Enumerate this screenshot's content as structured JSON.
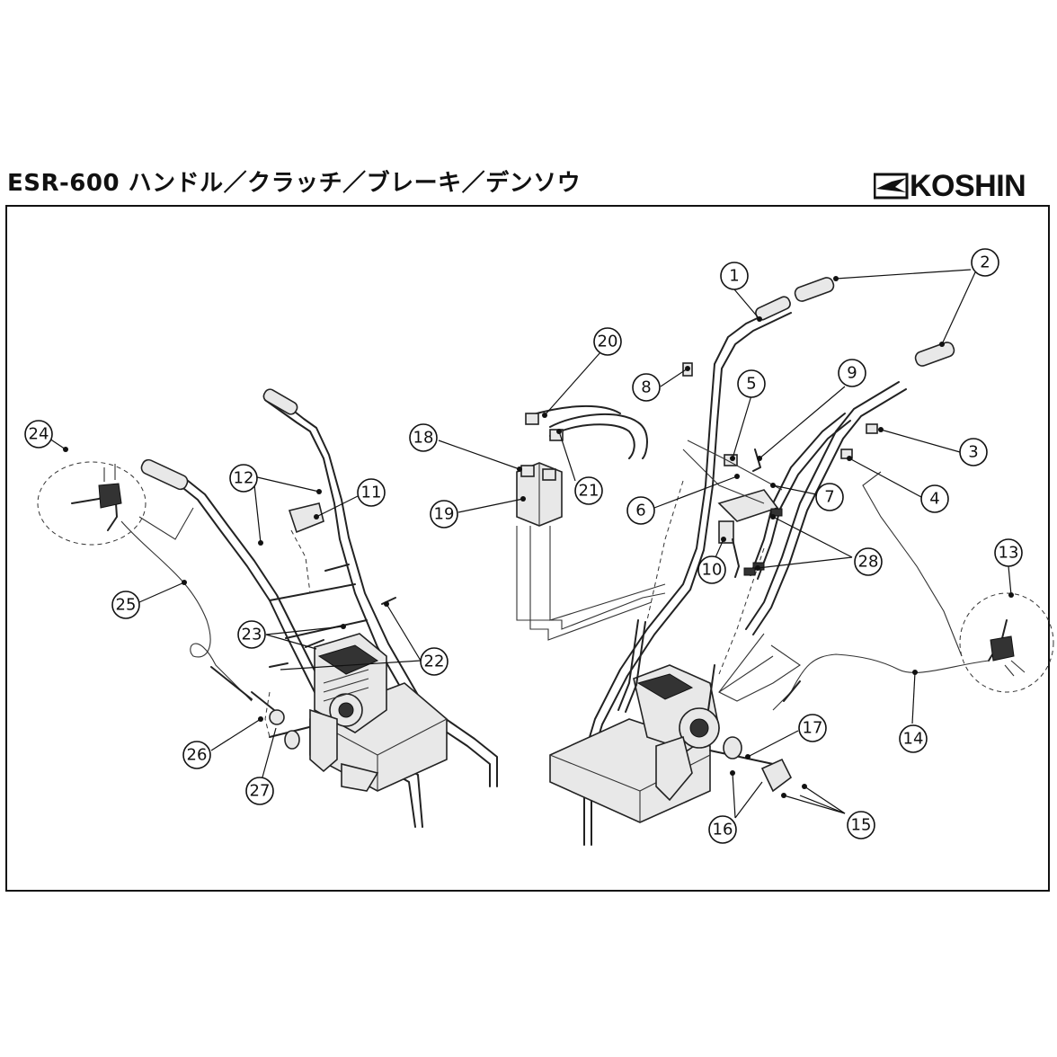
{
  "header": {
    "title": "ESR-600  ハンドル／クラッチ／ブレーキ／デンソウ",
    "brand": "KOSHIN"
  },
  "callouts": [
    {
      "label": "1"
    },
    {
      "label": "2"
    },
    {
      "label": "3"
    },
    {
      "label": "4"
    },
    {
      "label": "5"
    },
    {
      "label": "6"
    },
    {
      "label": "7"
    },
    {
      "label": "8"
    },
    {
      "label": "9"
    },
    {
      "label": "10"
    },
    {
      "label": "11"
    },
    {
      "label": "12"
    },
    {
      "label": "13"
    },
    {
      "label": "14"
    },
    {
      "label": "15"
    },
    {
      "label": "16"
    },
    {
      "label": "17"
    },
    {
      "label": "18"
    },
    {
      "label": "19"
    },
    {
      "label": "20"
    },
    {
      "label": "21"
    },
    {
      "label": "22"
    },
    {
      "label": "23"
    },
    {
      "label": "24"
    },
    {
      "label": "25"
    },
    {
      "label": "26"
    },
    {
      "label": "27"
    },
    {
      "label": "28"
    }
  ]
}
